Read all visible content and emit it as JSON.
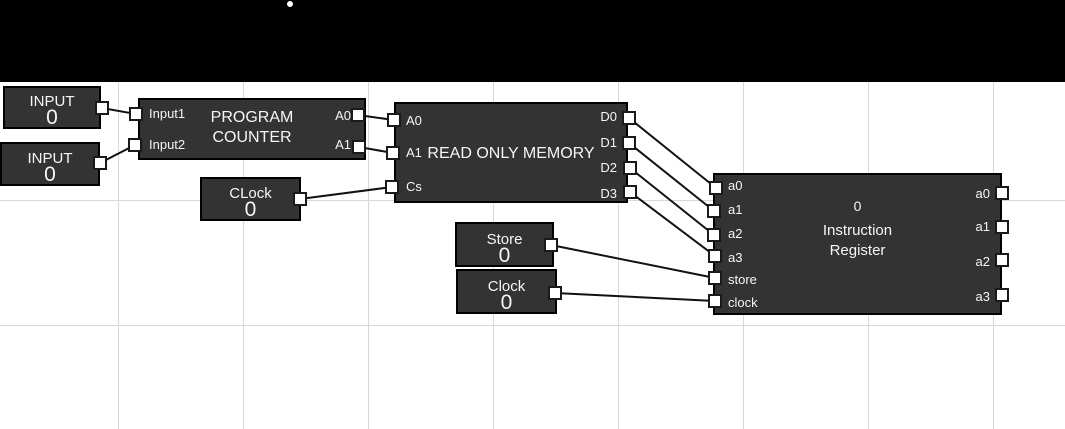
{
  "toolbar": {
    "background": "#000000"
  },
  "components": {
    "input1": {
      "label": "INPUT",
      "value": "0"
    },
    "input2": {
      "label": "INPUT",
      "value": "0"
    },
    "program_counter": {
      "title_lines": [
        "PROGRAM",
        "COUNTER"
      ],
      "input_ports": [
        "Input1",
        "Input2"
      ],
      "output_ports": [
        "A0",
        "A1"
      ]
    },
    "clock1": {
      "label": "CLock",
      "value": "0"
    },
    "rom": {
      "title": "READ ONLY MEMORY",
      "input_ports": [
        "A0",
        "A1",
        "Cs"
      ],
      "output_ports": [
        "D0",
        "D1",
        "D2",
        "D3"
      ]
    },
    "store": {
      "label": "Store",
      "value": "0"
    },
    "clock2": {
      "label": "Clock",
      "value": "0"
    },
    "instruction_register": {
      "value": "0",
      "title_lines": [
        "Instruction",
        "Register"
      ],
      "input_ports": [
        "a0",
        "a1",
        "a2",
        "a3",
        "store",
        "clock"
      ],
      "output_ports": [
        "a0",
        "a1",
        "a2",
        "a3"
      ]
    }
  },
  "colors": {
    "block_fill": "#333333",
    "block_border": "#000000",
    "block_text": "#f5f5f5",
    "wire": "#111111",
    "grid_line": "#d8d8d8",
    "canvas_background": "#ffffff",
    "port_fill": "#ffffff",
    "port_border": "#1a1a1a",
    "toolbar_background": "#000000"
  }
}
